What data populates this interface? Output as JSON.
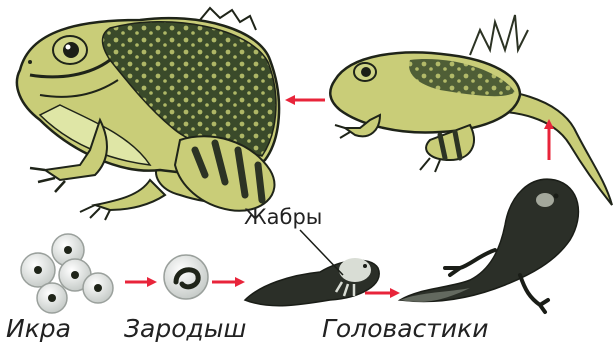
{
  "labels": {
    "eggs": "Икра",
    "embryo": "Зародыш",
    "tadpoles": "Головастики",
    "gills": "Жабры"
  },
  "colors": {
    "arrow": "#e8243a",
    "frog_body": "#c9cd78",
    "frog_belly": "#dfe6a6",
    "frog_dark": "#2c3324",
    "tadpole_dark": "#2b2f28",
    "egg_fill": "#e9ecea"
  },
  "stages": [
    "eggs",
    "embryo",
    "tadpole",
    "tadpole-with-legs",
    "froglet",
    "adult-frog"
  ]
}
